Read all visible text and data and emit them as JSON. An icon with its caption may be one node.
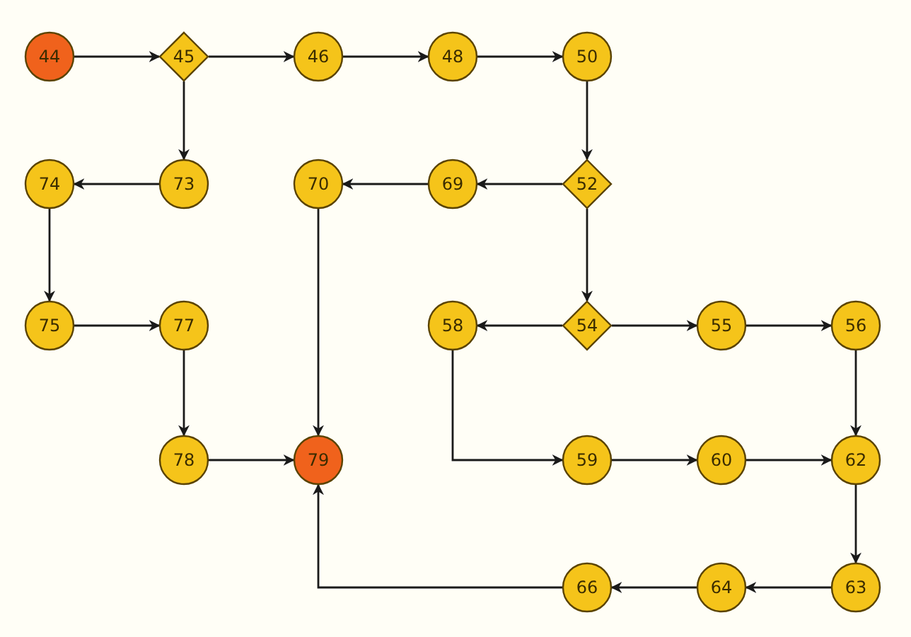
{
  "diagram": {
    "nodes": [
      {
        "text": [
          "44"
        ]
      },
      {
        "text": [
          "45"
        ]
      },
      {
        "text": [
          "46"
        ]
      },
      {
        "text": [
          "48"
        ]
      },
      {
        "text": [
          "50"
        ]
      },
      {
        "text": [
          "74"
        ]
      },
      {
        "text": [
          "73"
        ]
      },
      {
        "text": [
          "70"
        ]
      },
      {
        "text": [
          "69"
        ]
      },
      {
        "text": [
          "52"
        ]
      },
      {
        "text": [
          "75"
        ]
      },
      {
        "text": [
          "77"
        ]
      },
      {
        "text": [
          "58"
        ]
      },
      {
        "text": [
          "54"
        ]
      },
      {
        "text": [
          "55"
        ]
      },
      {
        "text": [
          "56"
        ]
      },
      {
        "text": [
          "78"
        ]
      },
      {
        "text": [
          "79"
        ]
      },
      {
        "text": [
          "59"
        ]
      },
      {
        "text": [
          "60"
        ]
      },
      {
        "text": [
          "62"
        ]
      },
      {
        "text": [
          "66"
        ]
      },
      {
        "text": [
          "64"
        ]
      },
      {
        "text": [
          "63"
        ]
      }
    ],
    "edges": [
      {
        "from": 0,
        "to": 1,
        "arrow": "to"
      },
      {
        "from": 1,
        "to": 2,
        "arrow": "to"
      },
      {
        "from": 2,
        "to": 3,
        "arrow": "to"
      },
      {
        "from": 3,
        "to": 4,
        "arrow": "to"
      },
      {
        "from": 1,
        "to": 6,
        "arrow": "to"
      },
      {
        "from": 6,
        "to": 5,
        "arrow": "to"
      },
      {
        "from": 5,
        "to": 10,
        "arrow": "to"
      },
      {
        "from": 10,
        "to": 11,
        "arrow": "to"
      },
      {
        "from": 11,
        "to": 16,
        "arrow": "to"
      },
      {
        "from": 16,
        "to": 17,
        "arrow": "to"
      },
      {
        "from": 4,
        "to": 9,
        "arrow": "to"
      },
      {
        "from": 9,
        "to": 8,
        "arrow": "to"
      },
      {
        "from": 8,
        "to": 7,
        "arrow": "to"
      },
      {
        "from": 7,
        "to": 17,
        "arrow": "to"
      },
      {
        "from": 9,
        "to": 13,
        "arrow": "to"
      },
      {
        "from": 13,
        "to": 12,
        "arrow": "to"
      },
      {
        "from": 13,
        "to": 14,
        "arrow": "to"
      },
      {
        "from": 14,
        "to": 15,
        "arrow": "to"
      },
      {
        "from": 15,
        "to": 20,
        "arrow": "to"
      },
      {
        "from": 12,
        "to": 18,
        "arrow": "to"
      },
      {
        "from": 18,
        "to": 19,
        "arrow": "to"
      },
      {
        "from": 19,
        "to": 20,
        "arrow": "to"
      },
      {
        "from": 20,
        "to": 23,
        "arrow": "to"
      },
      {
        "from": 23,
        "to": 22,
        "arrow": "to"
      },
      {
        "from": 22,
        "to": 21,
        "arrow": "to"
      },
      {
        "from": 21,
        "to": 17,
        "arrow": "to"
      }
    ]
  }
}
